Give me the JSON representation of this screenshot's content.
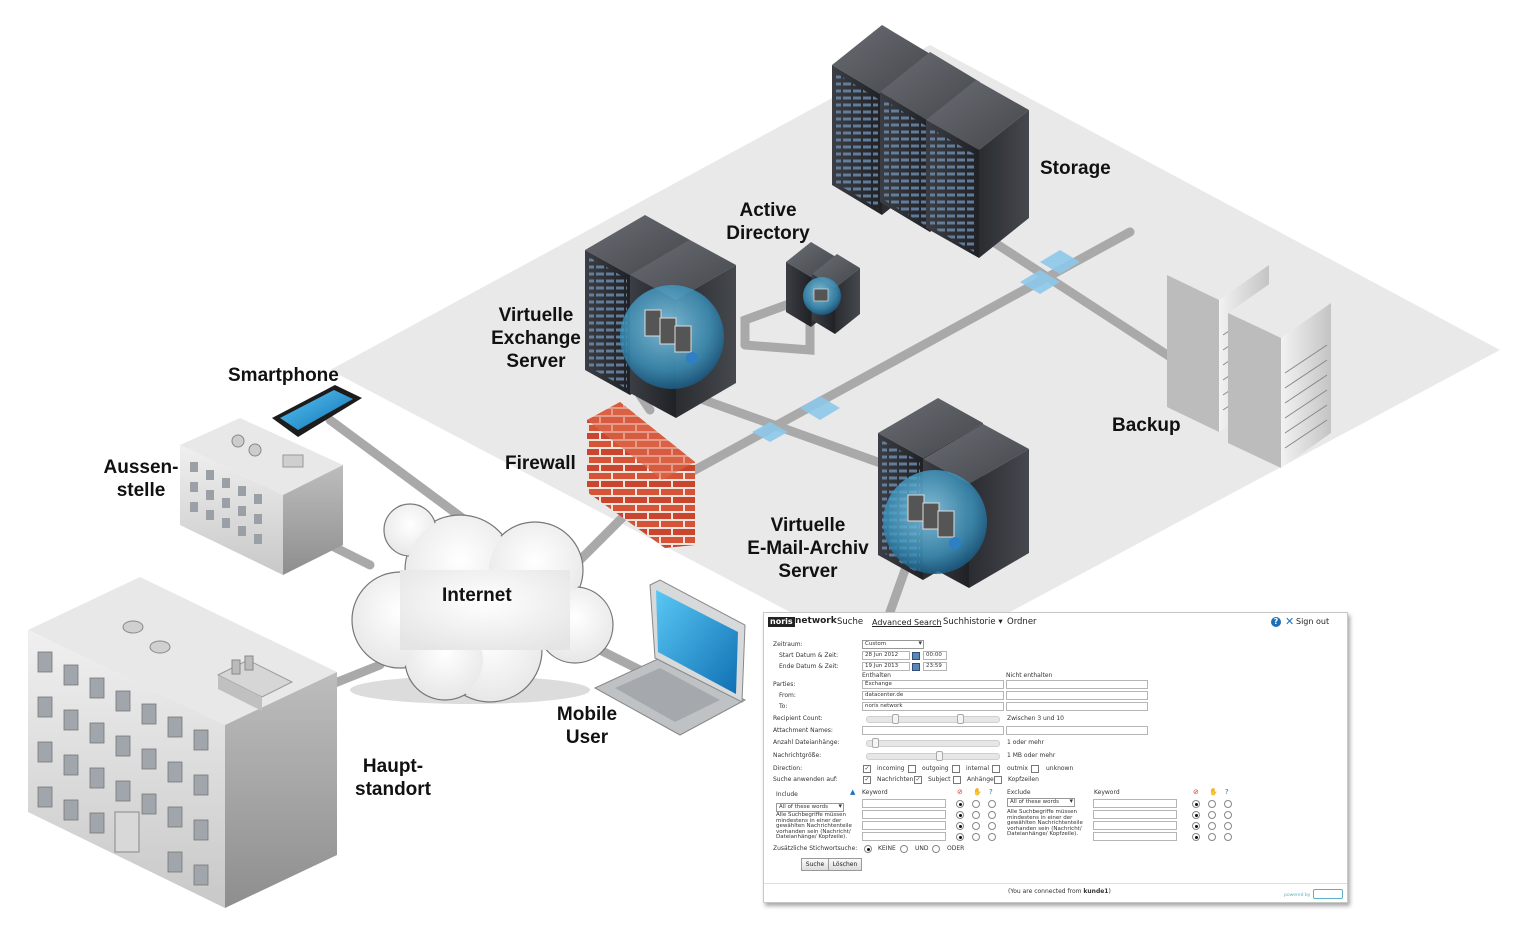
{
  "diagram": {
    "labels": {
      "storage": "Storage",
      "active_directory": [
        "Active",
        "Directory"
      ],
      "exchange_server": [
        "Virtuelle",
        "Exchange",
        "Server"
      ],
      "smartphone": "Smartphone",
      "aussenstelle": [
        "Aussen-",
        "stelle"
      ],
      "firewall": "Firewall",
      "backup": "Backup",
      "archiv_server": [
        "Virtuelle",
        "E-Mail-Archiv",
        "Server"
      ],
      "internet": "Internet",
      "mobile_user": [
        "Mobile",
        "User"
      ],
      "hauptstandort": [
        "Haupt-",
        "standort"
      ]
    },
    "colors": {
      "floor": "#eaeaea",
      "rack_dark": "#2b2d31",
      "rack_light": "#d7d7d7",
      "brick": "#c9452e",
      "bubble": "#4aa3c9",
      "connector": "#8ec8ea"
    }
  },
  "ui": {
    "brand_box": "noris",
    "brand_text": "network",
    "nav": {
      "suche": "Suche",
      "advanced": "Advanced Search",
      "historie": "Suchhistorie ▾",
      "ordner": "Ordner",
      "signout": "Sign out",
      "help_icon": "?"
    },
    "form": {
      "zeitraum_label": "Zeitraum:",
      "zeitraum_value": "Custom",
      "start_label": "Start Datum & Zeit:",
      "start_date": "28 Jun 2012",
      "start_time": "00:00",
      "end_label": "Ende Datum & Zeit:",
      "end_date": "19 Jun 2013",
      "end_time": "23:59",
      "enthalten": "Enthalten",
      "nicht_enthalten": "Nicht enthalten",
      "parties_label": "Parties:",
      "parties_value": "Exchange",
      "from_label": "From:",
      "from_value": "datacenter.de",
      "to_label": "To:",
      "to_value": "noris network",
      "recipient_label": "Recipient Count:",
      "recipient_value": "Zwischen 3 und 10",
      "attachment_names_label": "Attachment Names:",
      "anzahl_label": "Anzahl Dateianhänge:",
      "anzahl_value": "1 oder mehr",
      "groesse_label": "Nachrichtgröße:",
      "groesse_value": "1 MB oder mehr",
      "direction_label": "Direction:",
      "directions": [
        "incoming",
        "outgoing",
        "internal",
        "outmix",
        "unknown"
      ],
      "anwenden_label": "Suche anwenden auf:",
      "anwenden": [
        "Nachrichten",
        "Subject",
        "Anhänge",
        "Kopfzeilen"
      ],
      "include_label": "Include",
      "exclude_label": "Exclude",
      "keyword_label": "Keyword",
      "words_option": "All of these words",
      "hint": [
        "Alle Suchbegriffe müssen",
        "mindestens in einer der",
        "gewählten Nachrichtenteile",
        "vorhanden sein (Nachricht/",
        "Dateianhänge/ Kopfzeile)."
      ],
      "zusatz_label": "Zusätzliche Stichwortsuche:",
      "zusatz_options": [
        "KEINE",
        "UND",
        "ODER"
      ],
      "search_button": "Suche",
      "clear_button": "Löschen"
    },
    "footer": {
      "connected_prefix": "(You are connected from ",
      "connected_user": "kunde1",
      "connected_suffix": ")",
      "powered": "powered by"
    }
  }
}
